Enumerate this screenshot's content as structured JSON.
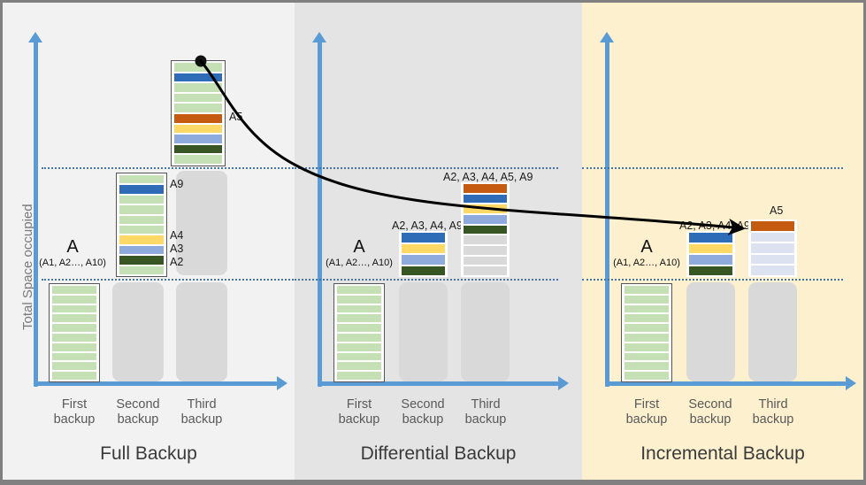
{
  "figure": {
    "y_axis_title": "Total Space occupied",
    "x_tick_labels": [
      "First\nbackup",
      "Second\nbackup",
      "Third\nbackup"
    ]
  },
  "colors": {
    "axis": "#5B9BD5",
    "gridline": "#3B6FA8",
    "panel_full_bg": "#F2F2F2",
    "panel_differential_bg": "#E4E4E4",
    "panel_incremental_bg": "#FDF0CE",
    "green": "#C5E0B4",
    "dark_blue": "#2E6CB8",
    "light_blue": "#8FAADC",
    "yellow": "#FFD966",
    "orange": "#C55A11",
    "dark_green": "#375623",
    "gray_stripe": "#D9D9D9",
    "gray_stripe_blue": "#DCE2EF",
    "placeholder": "#D9D9D9",
    "arrow": "#000000"
  },
  "panels": [
    {
      "id": "full",
      "title": "Full Backup",
      "first_backup_label_main": "A",
      "first_backup_label_sub": "(A1, A2…, A10)",
      "bars": [
        {
          "name": "first-backup-bar",
          "boxed": true,
          "stripes": [
            "green",
            "green",
            "green",
            "green",
            "green",
            "green",
            "green",
            "green",
            "green",
            "green"
          ]
        },
        {
          "name": "second-backup-bar",
          "boxed": true,
          "stripes": [
            "green",
            "dark_blue",
            "green",
            "green",
            "green",
            "green",
            "yellow",
            "light_blue",
            "dark_green",
            "green"
          ],
          "stripe_labels": [
            {
              "index": 1,
              "text": "A9"
            },
            {
              "index": 6,
              "text": "A4"
            },
            {
              "index": 7,
              "text": "A3"
            },
            {
              "index": 8,
              "text": "A2"
            }
          ]
        },
        {
          "name": "third-backup-bar",
          "boxed": true,
          "stripes": [
            "green",
            "dark_blue",
            "green",
            "green",
            "green",
            "orange",
            "yellow",
            "light_blue",
            "dark_green",
            "green"
          ],
          "stripe_labels": [
            {
              "index": 5,
              "text": "A5"
            }
          ]
        }
      ]
    },
    {
      "id": "differential",
      "title": "Differential Backup",
      "first_backup_label_main": "A",
      "first_backup_label_sub": "(A1, A2…, A10)",
      "bars": [
        {
          "name": "first-backup-bar",
          "boxed": true,
          "stripes": [
            "green",
            "green",
            "green",
            "green",
            "green",
            "green",
            "green",
            "green",
            "green",
            "green"
          ]
        },
        {
          "name": "second-backup-bar",
          "boxed": false,
          "header": "A2, A3, A4, A9",
          "stripes": [
            "dark_blue",
            "yellow",
            "light_blue",
            "dark_green"
          ]
        },
        {
          "name": "third-backup-bar",
          "boxed": false,
          "header": "A2, A3, A4, A5, A9",
          "stripes": [
            "orange",
            "dark_blue",
            "yellow",
            "light_blue",
            "dark_green",
            "gray_stripe",
            "gray_stripe",
            "gray_stripe",
            "gray_stripe"
          ]
        }
      ]
    },
    {
      "id": "incremental",
      "title": "Incremental Backup",
      "first_backup_label_main": "A",
      "first_backup_label_sub": "(A1, A2…, A10)",
      "bars": [
        {
          "name": "first-backup-bar",
          "boxed": true,
          "stripes": [
            "green",
            "green",
            "green",
            "green",
            "green",
            "green",
            "green",
            "green",
            "green",
            "green"
          ]
        },
        {
          "name": "second-backup-bar",
          "boxed": false,
          "header": "A2, A3, A4, A9",
          "stripes": [
            "dark_blue",
            "yellow",
            "light_blue",
            "dark_green"
          ]
        },
        {
          "name": "third-backup-bar",
          "boxed": false,
          "header": "A5",
          "stripes": [
            "orange",
            "gray_stripe_blue",
            "gray_stripe_blue",
            "gray_stripe_blue",
            "gray_stripe_blue"
          ]
        }
      ]
    }
  ],
  "annotation": {
    "arrow_label_source": "A5",
    "arrow_label_target": "A5",
    "description": "Curved arrow from top of Full Backup third bar to the A5 block of the Incremental Backup third bar"
  }
}
